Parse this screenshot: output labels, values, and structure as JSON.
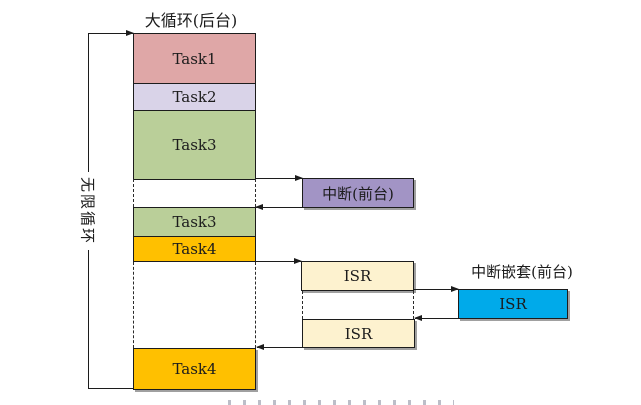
{
  "figure": {
    "title": "大循环(后台)",
    "infinite_loop_label": "无限循环",
    "tasks": [
      {
        "label": "Task1"
      },
      {
        "label": "Task2"
      },
      {
        "label": "Task3"
      },
      {
        "label": "Task3"
      },
      {
        "label": "Task4"
      },
      {
        "label": "Task4"
      }
    ],
    "interrupt": {
      "label": "中断(前台)"
    },
    "isr_first": {
      "label": "ISR"
    },
    "isr_second": {
      "label": "ISR"
    },
    "nested_interrupt": {
      "title": "中断嵌套(前台)",
      "label": "ISR"
    }
  },
  "colors": {
    "task1": "#dfa7a7",
    "task2": "#d9d3e8",
    "task3": "#bacf99",
    "task4": "#ffc000",
    "interrupt": "#a294c5",
    "isr": "#fdf2cf",
    "nested-isr": "#00aaea"
  }
}
